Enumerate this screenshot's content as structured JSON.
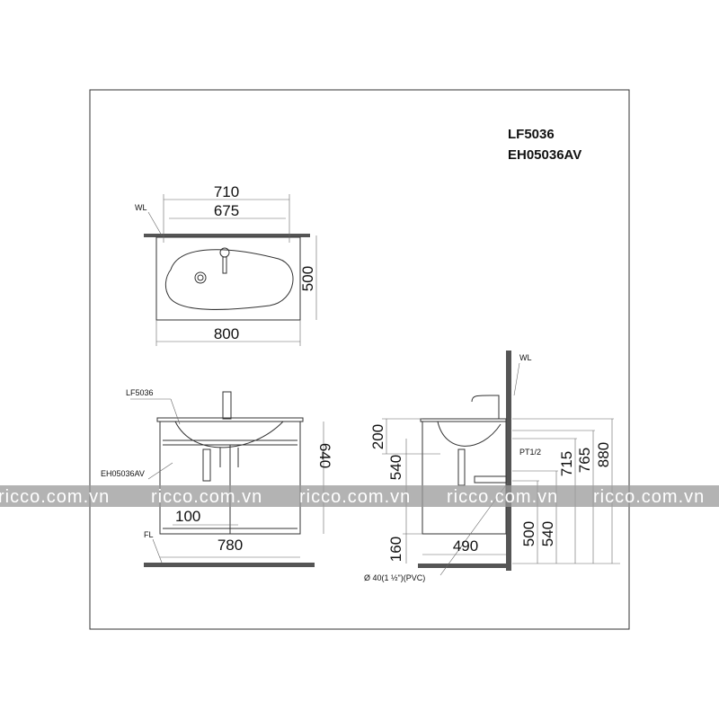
{
  "title": {
    "model_basin": "LF5036",
    "model_cabinet": "EH05036AV"
  },
  "top_view": {
    "wall_label": "WL",
    "dim_710": "710",
    "dim_675": "675",
    "dim_500": "500",
    "dim_800": "800"
  },
  "front_view": {
    "basin_label": "LF5036",
    "cabinet_label": "EH05036AV",
    "floor_label": "FL",
    "dim_640": "640",
    "dim_100": "100",
    "dim_780": "780"
  },
  "side_view": {
    "wall_label": "WL",
    "pipe_label": "PT1/2",
    "drain_label": "Ø 40(1 ½\")(PVC)",
    "dim_200": "200",
    "dim_540_left": "540",
    "dim_160": "160",
    "dim_490": "490",
    "dim_500": "500",
    "dim_540": "540",
    "dim_715": "715",
    "dim_765": "765",
    "dim_880": "880"
  },
  "watermark": {
    "text": "ricco.com.vn"
  }
}
